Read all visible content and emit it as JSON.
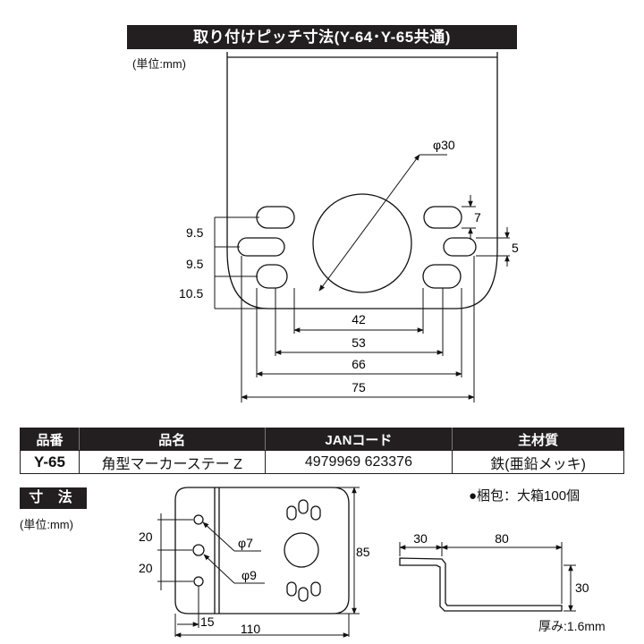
{
  "top_title": "取り付けピッチ寸法(Y-64･Y-65共通)",
  "top_unit": "(単位:mm)",
  "top_dims": {
    "hole_dia": "φ30",
    "slot_spacing_1": "9.5",
    "slot_spacing_2": "9.5",
    "bottom_offset": "10.5",
    "slot_height": "7",
    "slot_width_small": "5",
    "width_42": "42",
    "width_53": "53",
    "width_66": "66",
    "width_75": "75"
  },
  "spec_table": {
    "headers": [
      "品番",
      "品名",
      "JANコード",
      "主材質"
    ],
    "row": {
      "part_no": "Y-65",
      "name": "角型マーカーステー Z",
      "jan": "4979969 623376",
      "material": "鉄(亜鉛メッキ)"
    }
  },
  "bottom_title": "寸 法",
  "bottom_unit": "(単位:mm)",
  "packing": "●梱包：大箱100個",
  "bottom_dims": {
    "pitch_1": "20",
    "pitch_2": "20",
    "hole_7": "φ7",
    "hole_9": "φ9",
    "height": "85",
    "offset": "15",
    "width": "110",
    "side_30": "30",
    "side_80": "80",
    "side_height": "30"
  },
  "thickness": "厚み:1.6mm"
}
